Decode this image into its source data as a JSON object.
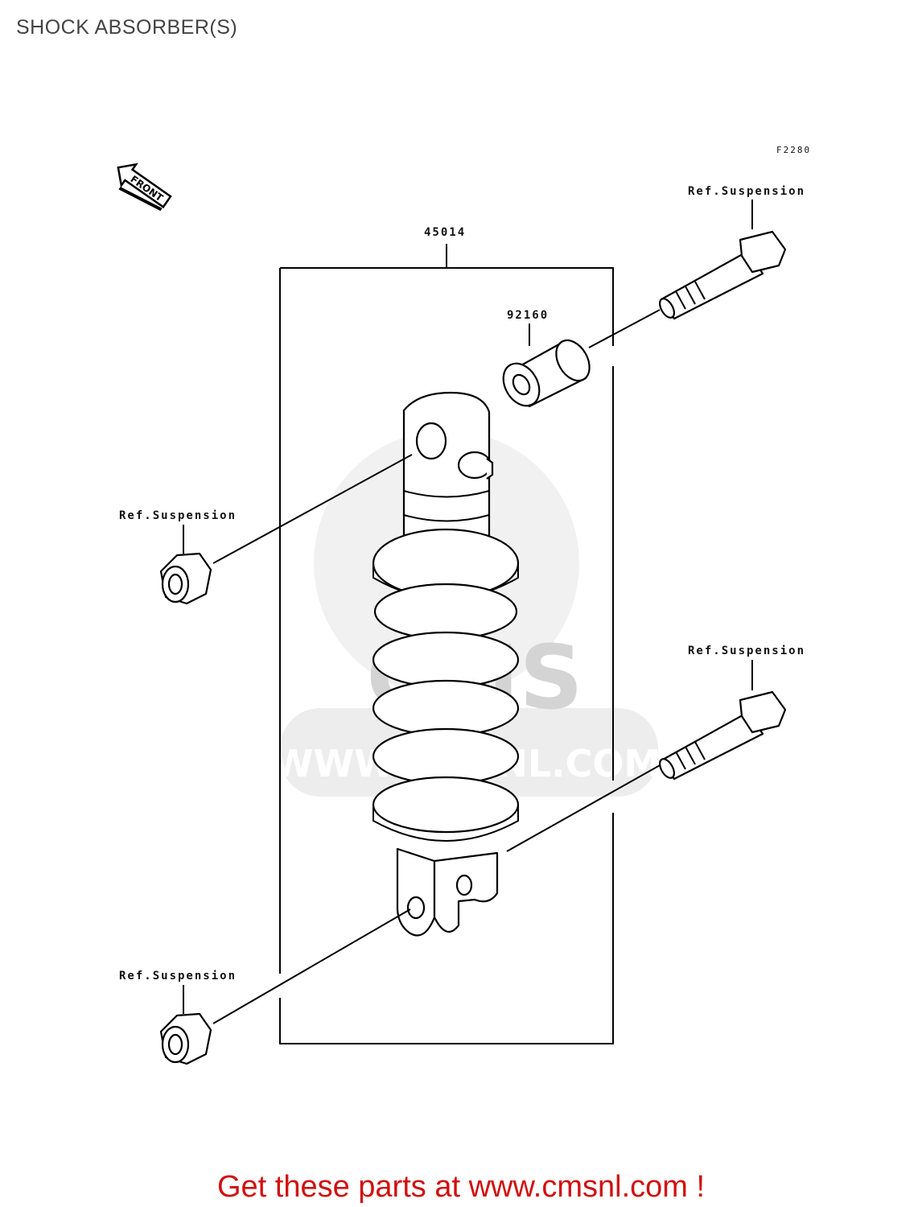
{
  "page": {
    "title": "SHOCK ABSORBER(S)"
  },
  "diagram": {
    "code": "F2280",
    "front_indicator": "FRONT",
    "callouts": {
      "assembly": "45014",
      "collar": "92160",
      "ref_bolt_top": "Ref.Suspension",
      "ref_nut_top": "Ref.Suspension",
      "ref_bolt_bottom": "Ref.Suspension",
      "ref_nut_bottom": "Ref.Suspension"
    },
    "watermark": "WWW.CMSNL.COM",
    "watermark_logo": "CMS"
  },
  "footer": {
    "cta": "Get these parts at www.cmsnl.com !",
    "color": "#d01010"
  }
}
